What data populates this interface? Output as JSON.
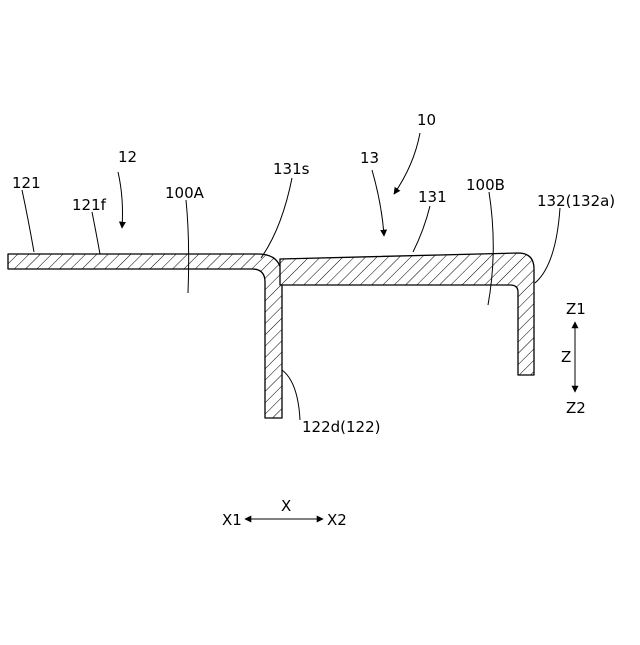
{
  "labels": {
    "l121": "121",
    "l121f": "121f",
    "l12": "12",
    "l100A": "100A",
    "l131s": "131s",
    "l13": "13",
    "l10": "10",
    "l131": "131",
    "l100B": "100B",
    "l132": "132(132a)",
    "l122d": "122d(122)"
  },
  "axes": {
    "z1": "Z1",
    "z": "Z",
    "z2": "Z2",
    "x1": "X1",
    "x": "X",
    "x2": "X2"
  }
}
